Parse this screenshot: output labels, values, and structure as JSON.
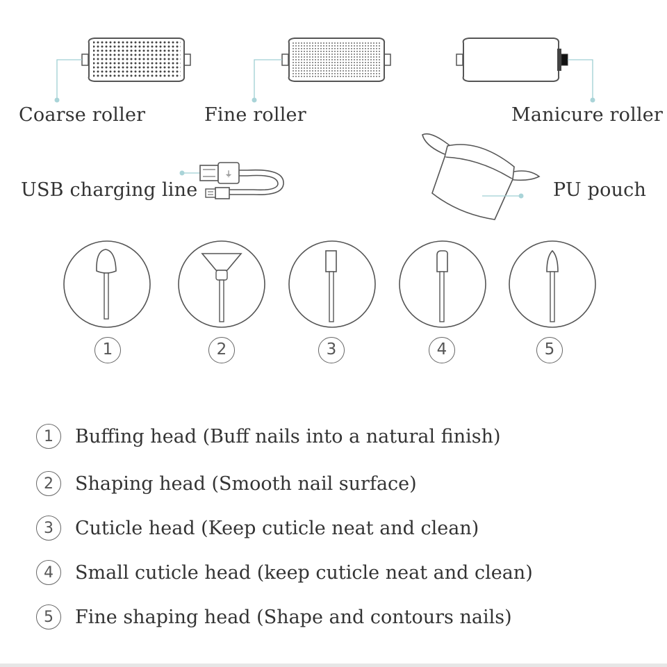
{
  "accessories": {
    "coarse_roller": "Coarse roller",
    "fine_roller": "Fine roller",
    "manicure_roller": "Manicure roller",
    "usb_line": "USB charging line",
    "pu_pouch": "PU pouch"
  },
  "heads": [
    {
      "num": "1",
      "label": "Buffing head (Buff nails into a natural finish)"
    },
    {
      "num": "2",
      "label": "Shaping head (Smooth nail surface)"
    },
    {
      "num": "3",
      "label": "Cuticle head (Keep cuticle neat  and clean)"
    },
    {
      "num": "4",
      "label": "Small cuticle head (keep cuticle neat and clean)"
    },
    {
      "num": "5",
      "label": "Fine shaping head (Shape and contours nails)"
    }
  ],
  "colors": {
    "line": "#555555",
    "leader": "#9fcfd3",
    "dot": "#a9d4d8"
  }
}
